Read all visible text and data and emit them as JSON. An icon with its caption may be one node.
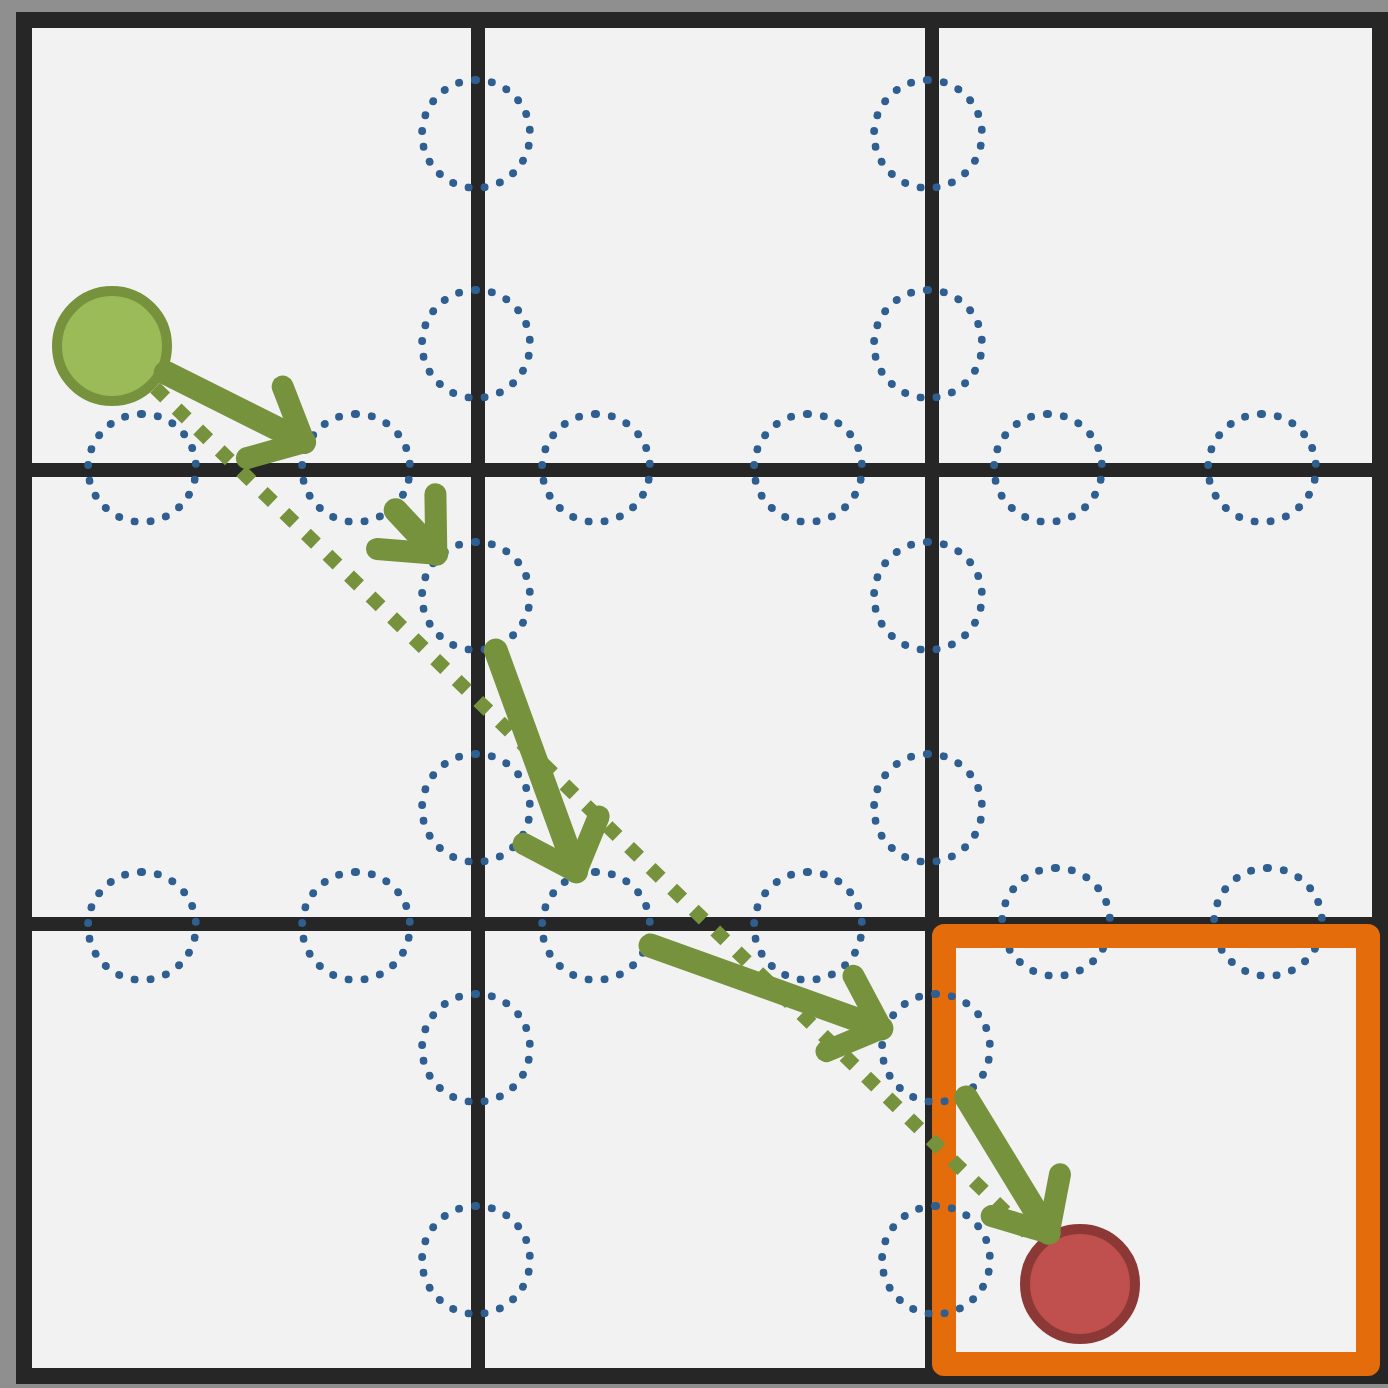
{
  "diagram": {
    "nodes": [
      {
        "text": [],
        "shape": "circle"
      },
      {
        "text": [],
        "shape": "circle"
      },
      {
        "text": [],
        "shape": "circle"
      },
      {
        "text": [],
        "shape": "circle"
      },
      {
        "text": [],
        "shape": "circle"
      },
      {
        "text": [],
        "shape": "circle"
      },
      {
        "text": [],
        "shape": "circle"
      },
      {
        "text": [],
        "shape": "circle"
      },
      {
        "text": [],
        "shape": "circle"
      },
      {
        "text": [],
        "shape": "circle"
      },
      {
        "text": [],
        "shape": "circle"
      },
      {
        "text": [],
        "shape": "circle"
      },
      {
        "text": [],
        "shape": "circle"
      },
      {
        "text": [],
        "shape": "circle"
      },
      {
        "text": [],
        "shape": "circle"
      },
      {
        "text": [],
        "shape": "circle"
      },
      {
        "text": [],
        "shape": "circle"
      },
      {
        "text": [],
        "shape": "circle"
      },
      {
        "text": [],
        "shape": "circle"
      },
      {
        "text": [],
        "shape": "circle"
      },
      {
        "text": [],
        "shape": "circle"
      },
      {
        "text": [],
        "shape": "box"
      },
      {
        "text": [],
        "shape": "circle"
      },
      {
        "text": [],
        "shape": "circle"
      },
      {
        "text": [],
        "shape": "circle"
      },
      {
        "text": [],
        "shape": "circle"
      },
      {
        "text": [],
        "shape": "circle",
        "in": 21
      }
    ],
    "edges": [
      {
        "from": 2,
        "to": 6,
        "arrow": "to"
      },
      {
        "from": 6,
        "to": 11,
        "arrow": "to"
      },
      {
        "from": 11,
        "to": 17,
        "arrow": "to"
      },
      {
        "from": 17,
        "to": 23,
        "arrow": "to"
      },
      {
        "from": 23,
        "to": 26,
        "arrow": "to"
      },
      {
        "from": 2,
        "to": 26,
        "arrow": "none",
        "style": "dashed"
      }
    ]
  }
}
